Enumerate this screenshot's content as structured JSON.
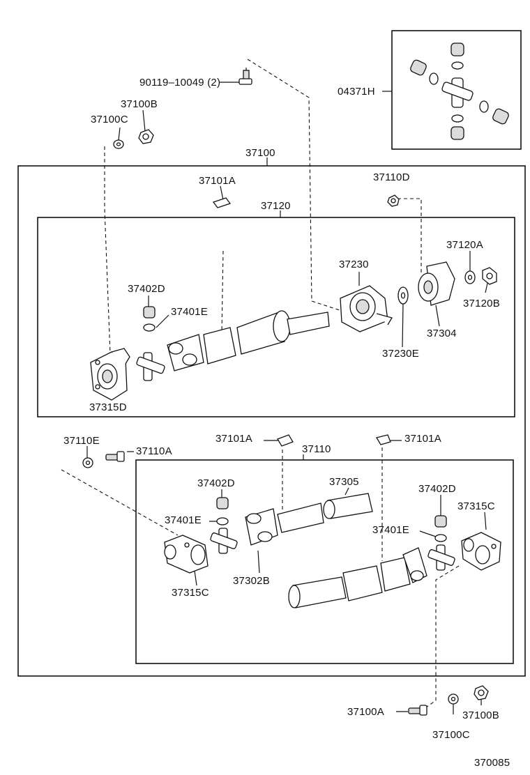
{
  "labels": {
    "p90119": "90119–10049 (2)",
    "p04371h": "04371H",
    "p37100b_top": "37100B",
    "p37100c_top": "37100C",
    "p37100": "37100",
    "p37101a_top": "37101A",
    "p37110d": "37110D",
    "p37120": "37120",
    "p37120a": "37120A",
    "p37230": "37230",
    "p37402d_top": "37402D",
    "p37401e_top": "37401E",
    "p37120b": "37120B",
    "p37304": "37304",
    "p37230e": "37230E",
    "p37315d": "37315D",
    "p37110e": "37110E",
    "p37110a": "37110A",
    "p37101a_mid_left": "37101A",
    "p37101a_mid_right": "37101A",
    "p37110": "37110",
    "p37402d_mid_left": "37402D",
    "p37305": "37305",
    "p37402d_mid_right": "37402D",
    "p37315c_right": "37315C",
    "p37401e_mid_left": "37401E",
    "p37401e_mid_right": "37401E",
    "p37315c_left": "37315C",
    "p37302b": "37302B",
    "p37100a": "37100A",
    "p37100b_bottom": "37100B",
    "p37100c_bottom": "37100C",
    "drawing_number": "370085"
  }
}
